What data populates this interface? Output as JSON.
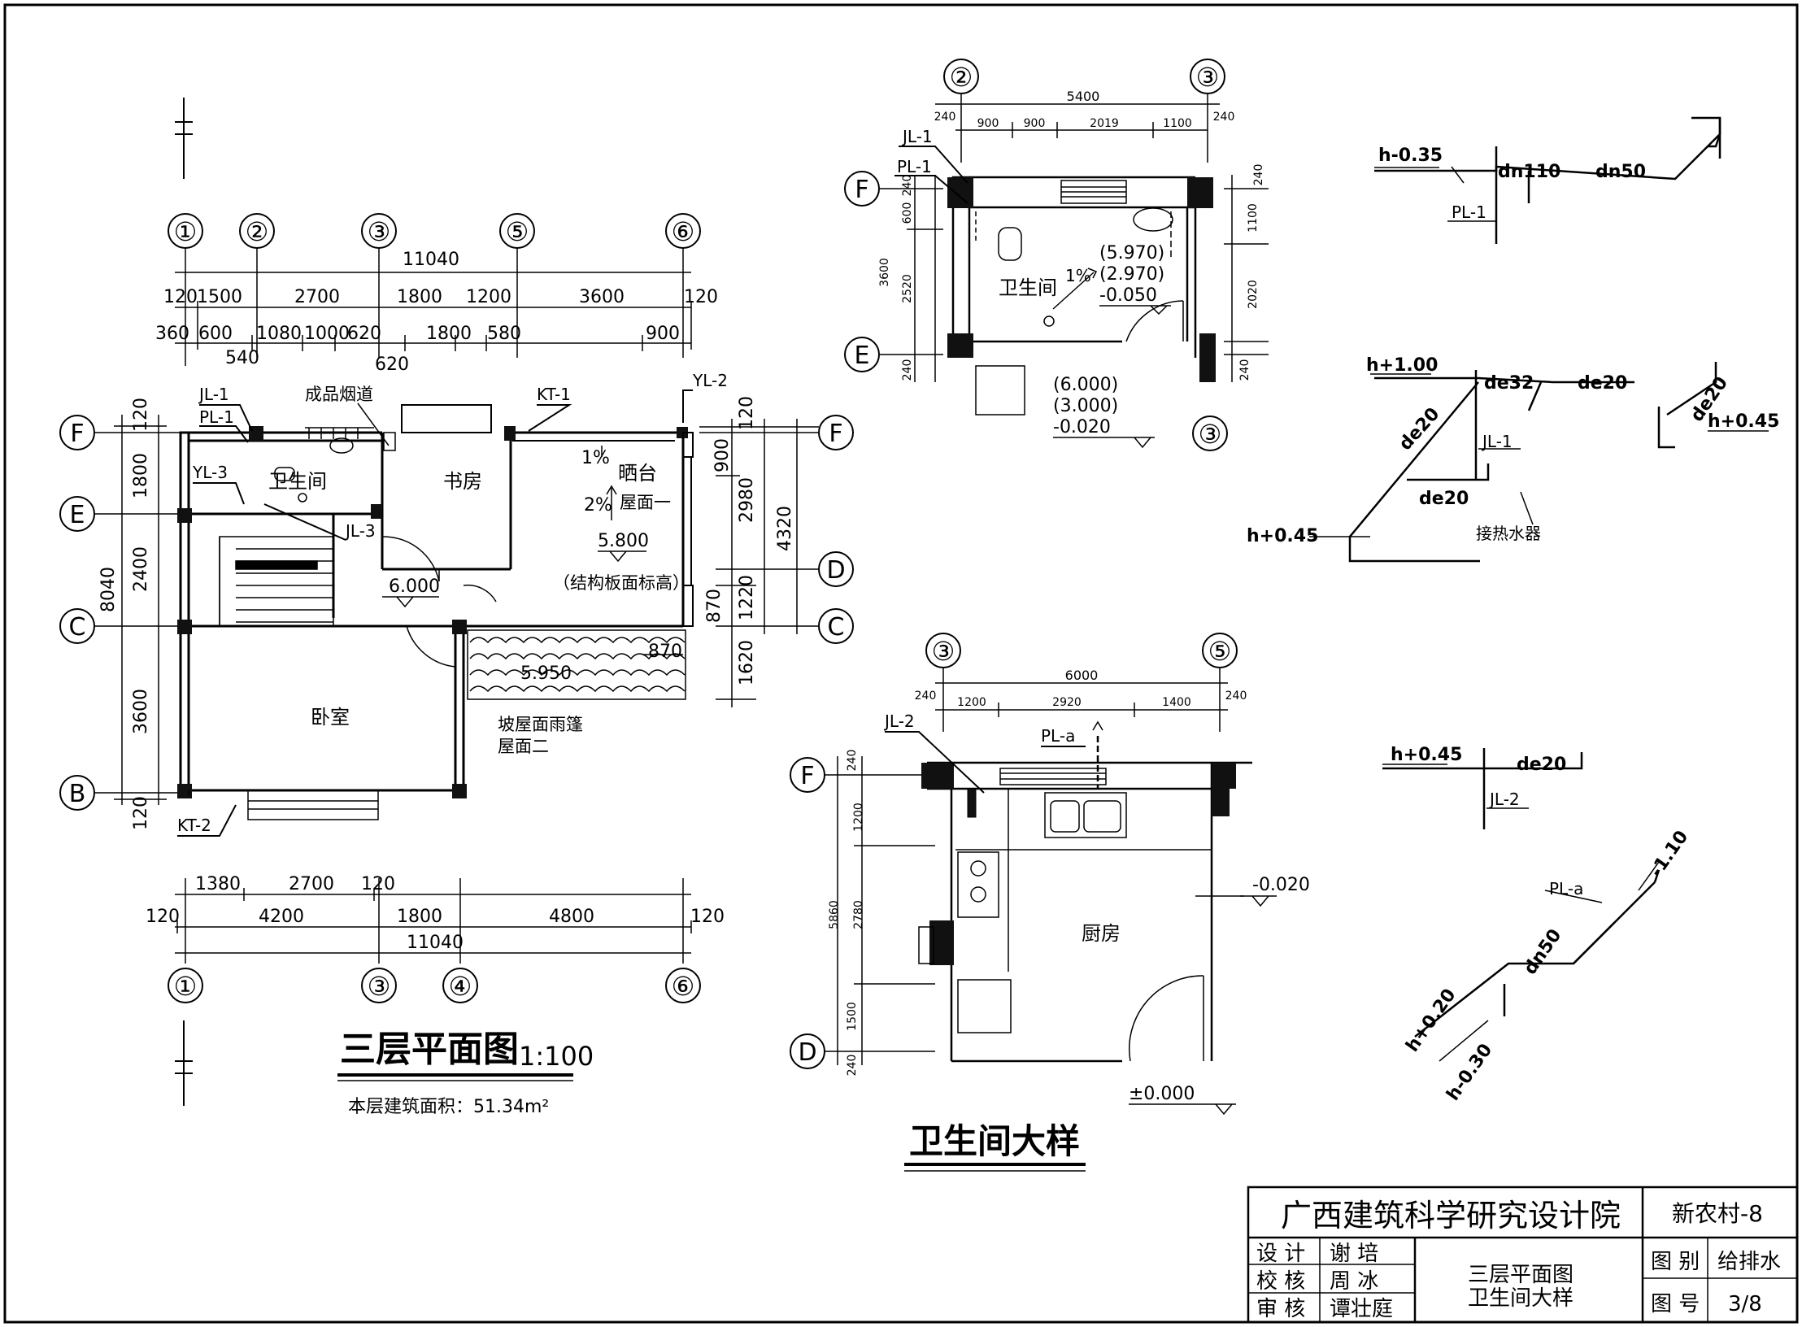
{
  "plan3": {
    "title": "三层平面图",
    "scale": "1:100",
    "area_note": "本层建筑面积：51.34m²",
    "top_axes": [
      "①",
      "②",
      "③",
      "⑤",
      "⑥"
    ],
    "bottom_axes": [
      "①",
      "③",
      "④",
      "⑥"
    ],
    "left_axes": [
      "F",
      "E",
      "C",
      "B"
    ],
    "right_axes": [
      "F",
      "D",
      "C"
    ],
    "dims_top_total": "11040",
    "dims_top_1": [
      "120",
      "1500",
      "2700",
      "1800",
      "1200",
      "3600",
      "120"
    ],
    "dims_top_2": [
      "360",
      "600",
      "1080",
      "1000",
      "620",
      "1800",
      "580",
      "900"
    ],
    "dims_top_3": [
      "540",
      "620"
    ],
    "dims_bottom_1": [
      "1380",
      "2700",
      "120"
    ],
    "dims_bottom_2": [
      "120",
      "4200",
      "1800",
      "4800",
      "120"
    ],
    "dims_bottom_total": "11040",
    "dims_left": [
      "120",
      "1800",
      "2400",
      "3600",
      "120"
    ],
    "dims_left_total": "8040",
    "dims_right": [
      "120",
      "900",
      "2980",
      "1220",
      "870",
      "1620"
    ],
    "dims_right_total": "4320",
    "rooms": {
      "bath": "卫生间",
      "study": "书房",
      "terrace": "晒台",
      "roof1": "屋面一",
      "bedroom": "卧室",
      "chimney": "成品烟道",
      "canopy": "坡屋面雨篷",
      "roof2": "屋面二",
      "slab_note": "（结构板面标高）"
    },
    "labels": {
      "jl1": "JL-1",
      "pl1": "PL-1",
      "yl3": "YL-3",
      "jl3": "JL-3",
      "kt1": "KT-1",
      "kt2": "KT-2",
      "yl2": "YL-2"
    },
    "levels": {
      "floor": "6.000",
      "terrace": "5.800",
      "canopy": "5.950"
    },
    "slopes": {
      "s1": "1%",
      "s2": "2%"
    },
    "dim_870": "870"
  },
  "bath_detail": {
    "axes_top": [
      "②",
      "③"
    ],
    "axes_left": [
      "F",
      "E"
    ],
    "axis_bottom": "③",
    "dims_top_total": "5400",
    "dims_top": [
      "240",
      "900",
      "900",
      "2019",
      "1100",
      "240"
    ],
    "dims_left": [
      "600",
      "3600",
      "2520",
      "240",
      "240"
    ],
    "dims_right": [
      "240",
      "1100",
      "2020",
      "240"
    ],
    "room": "卫生间",
    "slope": "1%",
    "levels_in": [
      "(5.970)",
      "(2.970)",
      "-0.050"
    ],
    "levels_out": [
      "(6.000)",
      "(3.000)",
      "-0.020"
    ],
    "labels": {
      "jl1": "JL-1",
      "pl1": "PL-1"
    }
  },
  "kitchen_detail": {
    "axes_top": [
      "③",
      "⑤"
    ],
    "axes_left": [
      "F",
      "D"
    ],
    "dims_top_total": "6000",
    "dims_top": [
      "240",
      "1200",
      "2920",
      "1400",
      "240"
    ],
    "dims_left": [
      "240",
      "1200",
      "5860",
      "2780",
      "1500",
      "240"
    ],
    "room": "厨房",
    "labels": {
      "jl2": "JL-2",
      "pla": "PL-a"
    },
    "levels": {
      "inner": "-0.020",
      "base": "±0.000"
    }
  },
  "detail_title": "卫生间大样",
  "isometrics": {
    "pl1": {
      "h": "h-0.35",
      "d1": "dn110",
      "d2": "dn50",
      "label": "PL-1"
    },
    "jl1": {
      "h1": "h+1.00",
      "d1": "de32",
      "d2": "de20",
      "d3": "de20",
      "d4": "de20",
      "d5": "de20",
      "h2": "h+0.45",
      "h3": "h+0.45",
      "label": "JL-1",
      "heater": "接热水器"
    },
    "jl2": {
      "h": "h+0.45",
      "d": "de20",
      "label": "JL-2"
    },
    "pla": {
      "h1": "-1.10",
      "d": "dn50",
      "h2": "h+0.20",
      "h3": "h-0.30",
      "label": "PL-a"
    }
  },
  "title_block": {
    "institute": "广西建筑科学研究设计院",
    "project": "新农村-8",
    "design_label": "设 计",
    "design_name": "谢 培",
    "check_label": "校 核",
    "check_name": "周 冰",
    "review_label": "审 核",
    "review_name": "谭壮庭",
    "drawing_name1": "三层平面图",
    "drawing_name2": "卫生间大样",
    "category_label": "图 别",
    "category": "给排水",
    "number_label": "图 号",
    "number": "3/8"
  }
}
